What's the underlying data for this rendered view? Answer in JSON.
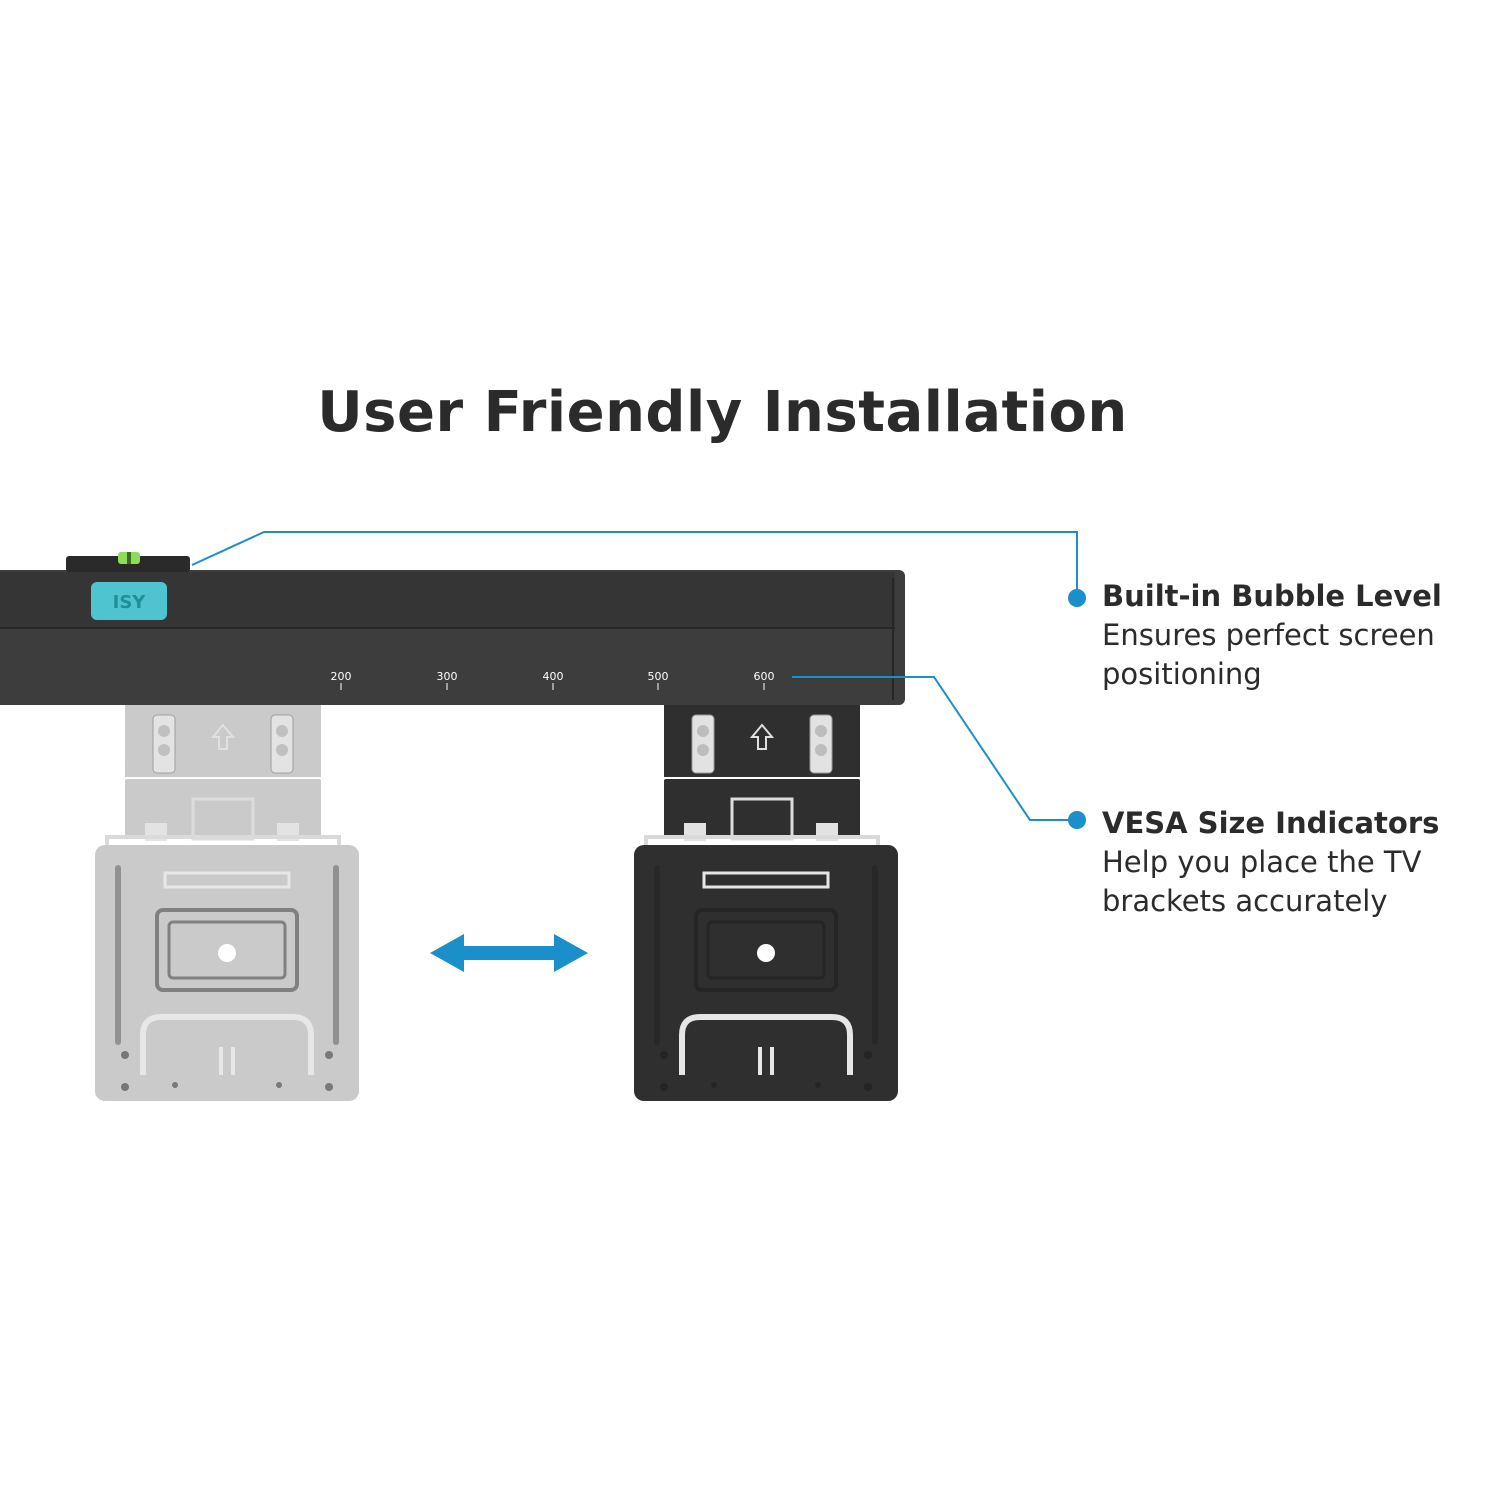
{
  "title": "User Friendly Installation",
  "logo": {
    "text": "ISY"
  },
  "scale": {
    "ticks": [
      "200",
      "300",
      "400",
      "500",
      "600"
    ]
  },
  "callouts": {
    "bubble_level": {
      "heading": "Built-in Bubble Level",
      "line1": "Ensures perfect screen",
      "line2": "positioning"
    },
    "vesa": {
      "heading": "VESA Size Indicators",
      "line1": "Help you place the TV",
      "line2": "brackets accurately"
    }
  },
  "colors": {
    "accent": "#1a8fc9",
    "rail": "#3d3d3d",
    "bracket_dark": "#2f2f2f",
    "bracket_ghost": "#c8c8c8",
    "logo": "#4fc3d0",
    "text": "#2b2b2b"
  },
  "icons": [
    "double-arrow-icon",
    "bubble-level-icon",
    "up-arrow-icon",
    "screw-icon"
  ]
}
